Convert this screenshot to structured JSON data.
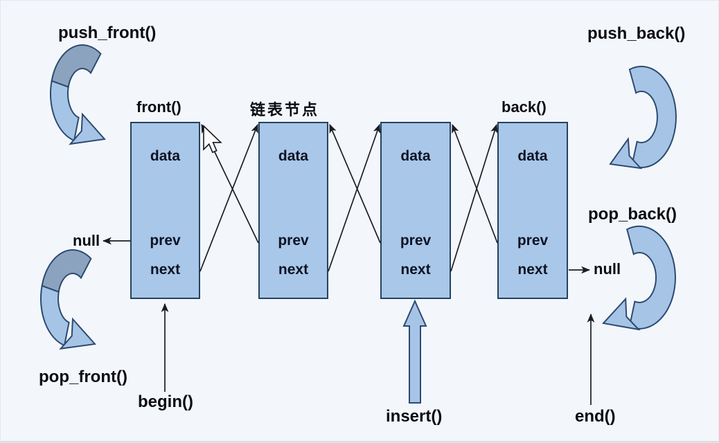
{
  "diagram": {
    "node_title": "链表节点",
    "front_label": "front()",
    "back_label": "back()",
    "push_front_label": "push_front()",
    "pop_front_label": "pop_front()",
    "push_back_label": "push_back()",
    "pop_back_label": "pop_back()",
    "begin_label": "begin()",
    "end_label": "end()",
    "insert_label": "insert()",
    "null_left": "null",
    "null_right": "null"
  },
  "nodes": [
    {
      "data": "data",
      "prev": "prev",
      "next": "next"
    },
    {
      "data": "data",
      "prev": "prev",
      "next": "next"
    },
    {
      "data": "data",
      "prev": "prev",
      "next": "next"
    },
    {
      "data": "data",
      "prev": "prev",
      "next": "next"
    }
  ],
  "colors": {
    "background": "#f3f7fc",
    "node_fill": "#a9c7e9",
    "node_border": "#24425f",
    "ribbon_light": "#a6c4e6",
    "ribbon_dark": "#8ca3bf",
    "ribbon_outline": "#2c4a70",
    "line": "#1c1c24",
    "text": "#0b0b10"
  }
}
